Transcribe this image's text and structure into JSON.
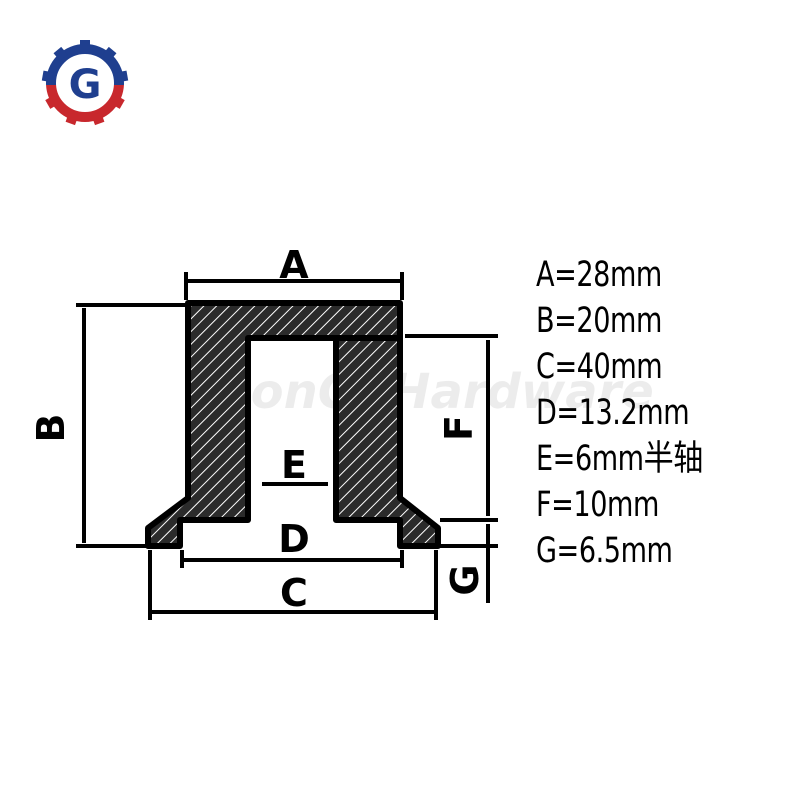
{
  "brand": {
    "logo_letter": "G",
    "watermark": "LonGi Hardware",
    "colors": {
      "gear_blue": "#1f3f8f",
      "gear_red": "#c8282d",
      "ink": "#000000"
    }
  },
  "dimension_labels": {
    "A": "A",
    "B": "B",
    "C": "C",
    "D": "D",
    "E": "E",
    "F": "F",
    "G": "G"
  },
  "specs": [
    "A=28mm",
    "B=20mm",
    "C=40mm",
    "D=13.2mm",
    "E=6mm半轴",
    "F=10mm",
    "G=6.5mm"
  ]
}
